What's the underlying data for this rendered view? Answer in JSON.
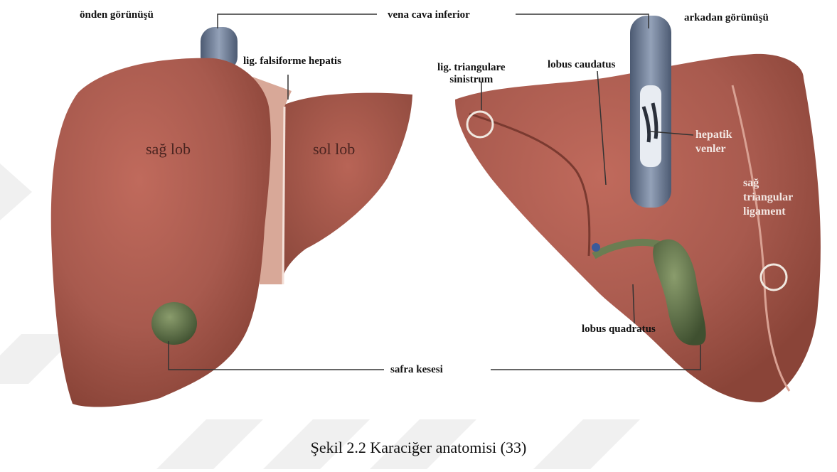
{
  "labels": {
    "front_view": "önden görünüşü",
    "vena_cava": "vena cava inferior",
    "back_view": "arkadan görünüşü",
    "falciform": "lig. falsiforme hepatis",
    "left_triangular": [
      "lig. triangulare",
      "sinistrum"
    ],
    "caudate": "lobus caudatus",
    "right_lobe": "sağ lob",
    "left_lobe": "sol lob",
    "hepatic_veins": [
      "hepatik",
      "venler"
    ],
    "right_triangular": [
      "sağ",
      "triangular",
      "ligament"
    ],
    "quadrate": "lobus quadratus",
    "gallbladder": "safra kesesi"
  },
  "caption": "Şekil 2.2 Karaciğer anatomisi (33)",
  "colors": {
    "liver": "#a85a4e",
    "liver_dark": "#8a4438",
    "vein": "#6f7d95",
    "gallbladder": "#5c7048",
    "watermark": "#f0f0f0"
  }
}
